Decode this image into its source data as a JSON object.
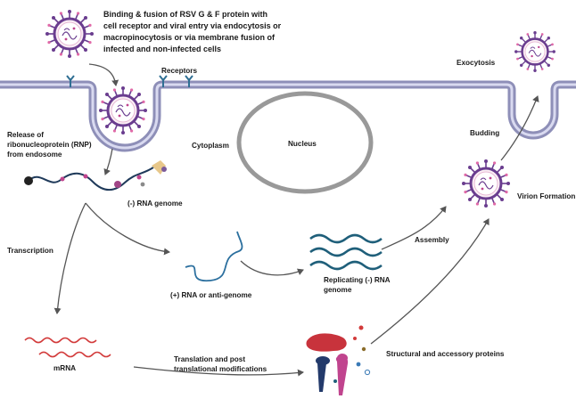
{
  "title_lines": [
    "Binding & fusion of RSV G & F protein with",
    "cell receptor and viral entry via endocytosis or",
    "macropinocytosis or via membrane fusion of",
    "infected and non-infected cells"
  ],
  "labels": {
    "receptors": "Receptors",
    "exocytosis": "Exocytosis",
    "release_rnp": [
      "Release of",
      "ribonucleoprotein (RNP)",
      "from endosome"
    ],
    "cytoplasm": "Cytoplasm",
    "nucleus": "Nucleus",
    "budding": "Budding",
    "rna_genome": "(-) RNA genome",
    "virion_formation": "Virion Formation",
    "transcription": "Transcription",
    "assembly": "Assembly",
    "replicating": [
      "Replicating (-) RNA",
      "genome"
    ],
    "anti_genome": "(+) RNA or anti-genome",
    "mrna": "mRNA",
    "translation": [
      "Translation and post",
      "translational modifications"
    ],
    "structural": "Structural and accessory proteins"
  },
  "colors": {
    "membrane": "#8e8fb8",
    "virus_purple": "#6a3d8f",
    "mrna_red": "#d23a3a",
    "rna_teal": "#1f5f7a",
    "arrow": "#555555"
  }
}
